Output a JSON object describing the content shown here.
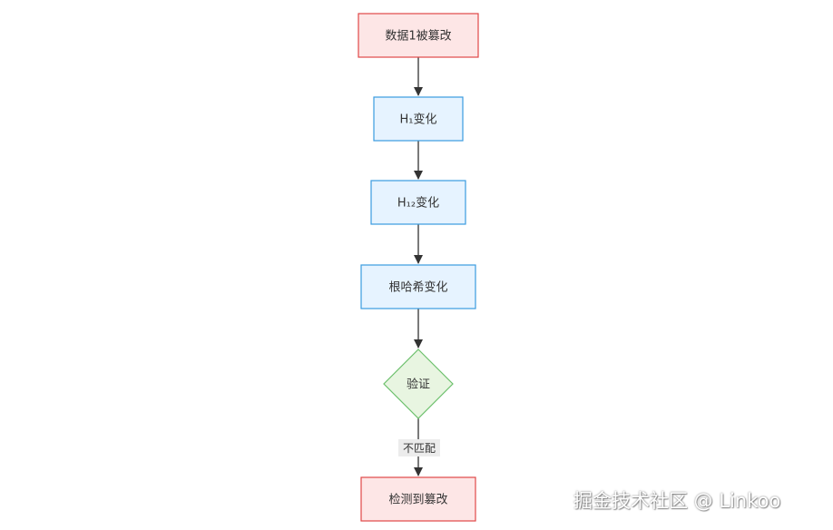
{
  "diagram": {
    "nodes": [
      {
        "id": "tampered",
        "label": "数据1被篡改",
        "shape": "rect",
        "style": "alert"
      },
      {
        "id": "h1",
        "label": "H₁变化",
        "shape": "rect",
        "style": "process"
      },
      {
        "id": "h12",
        "label": "H₁₂变化",
        "shape": "rect",
        "style": "process"
      },
      {
        "id": "root",
        "label": "根哈希变化",
        "shape": "rect",
        "style": "process"
      },
      {
        "id": "verify",
        "label": "验证",
        "shape": "diamond",
        "style": "decision"
      },
      {
        "id": "detected",
        "label": "检测到篡改",
        "shape": "rect",
        "style": "alert"
      }
    ],
    "edges": [
      {
        "from": "tampered",
        "to": "h1",
        "label": ""
      },
      {
        "from": "h1",
        "to": "h12",
        "label": ""
      },
      {
        "from": "h12",
        "to": "root",
        "label": ""
      },
      {
        "from": "root",
        "to": "verify",
        "label": ""
      },
      {
        "from": "verify",
        "to": "detected",
        "label": "不匹配"
      }
    ],
    "colors": {
      "alert_fill": "#fde6e6",
      "alert_stroke": "#e04848",
      "process_fill": "#e6f3ff",
      "process_stroke": "#3a9be0",
      "decision_fill": "#e8f5e1",
      "decision_stroke": "#6cc06c",
      "edge": "#333333",
      "edge_label_bg": "#ececec"
    }
  },
  "watermark": "掘金技术社区 @ Linkoo"
}
